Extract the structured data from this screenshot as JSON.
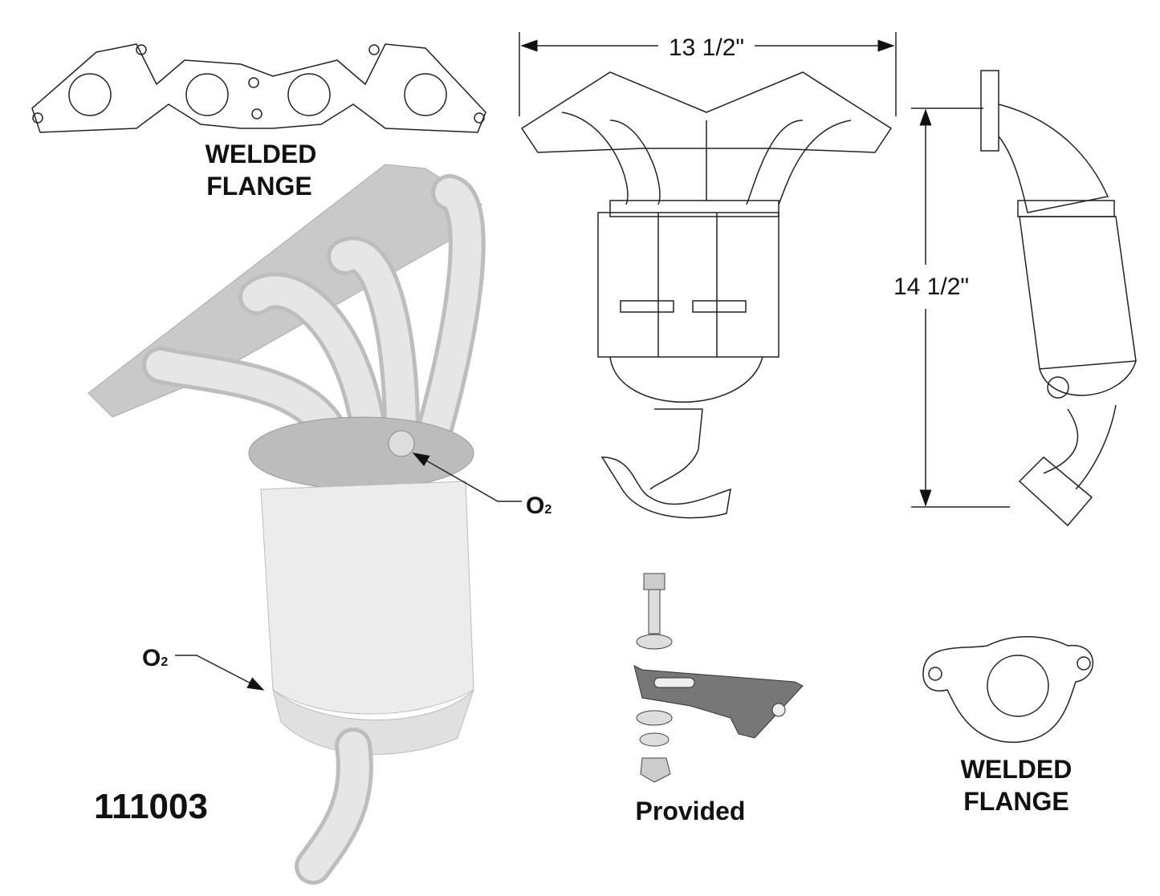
{
  "part_number": "111003",
  "top_flange": {
    "line1": "WELDED",
    "line2": "FLANGE"
  },
  "bottom_flange": {
    "line1": "WELDED",
    "line2": "FLANGE"
  },
  "dimensions": {
    "width": "13 1/2\"",
    "height": "14 1/2\""
  },
  "sensors": {
    "o2_upper": "O",
    "o2_upper_sub": "2",
    "o2_lower": "O",
    "o2_lower_sub": "2"
  },
  "hardware_label": "Provided"
}
